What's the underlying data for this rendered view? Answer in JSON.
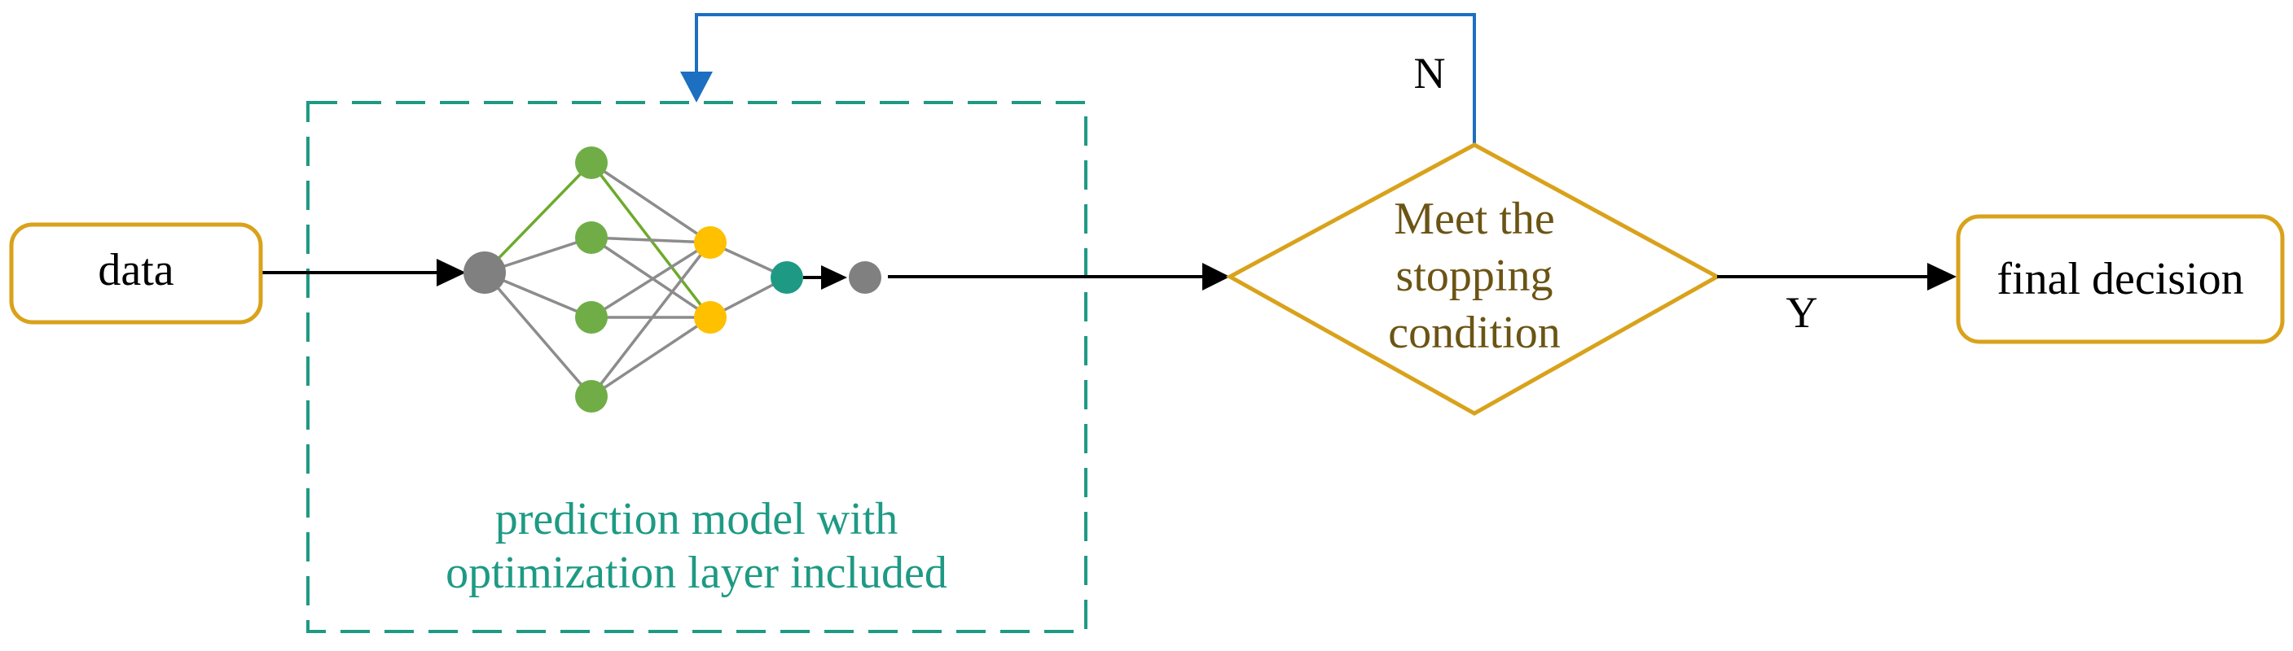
{
  "nodes": {
    "data_label": "data",
    "decision_lines": [
      "Meet the",
      "stopping",
      "condition"
    ],
    "final_label": "final decision"
  },
  "edges": {
    "no_label": "N",
    "yes_label": "Y"
  },
  "model": {
    "caption_lines": [
      "prediction model with",
      "optimization layer included"
    ]
  },
  "colors": {
    "orange": "#D9A21B",
    "teal": "#1E9A84",
    "blue": "#1C6FC1",
    "black": "#000000",
    "gray_node": "#808080",
    "green_node": "#70AD47",
    "yellow_node": "#FFC000",
    "teal_node": "#1E9A84",
    "decision_text": "#6B5414",
    "caption_text": "#1E9A84",
    "edge_gray": "#8C8C8C",
    "edge_green": "#6DAA2C"
  }
}
